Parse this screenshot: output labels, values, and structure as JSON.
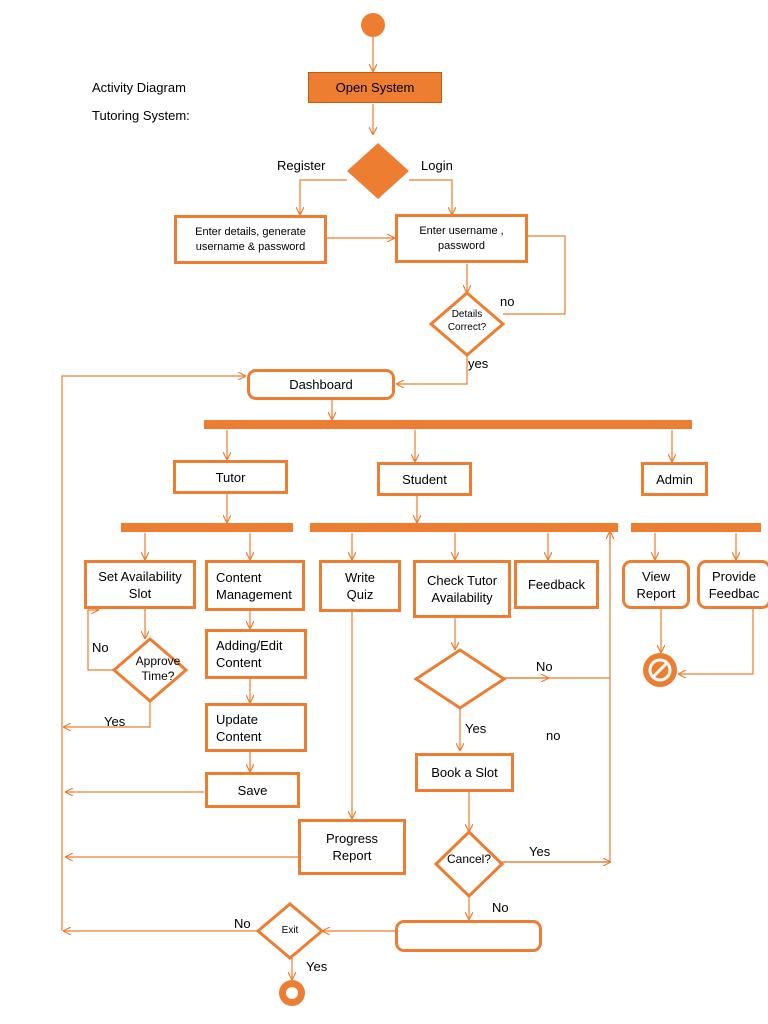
{
  "header": {
    "title": "Activity Diagram",
    "subtitle": "Tutoring System:"
  },
  "nodes": {
    "open_system": "Open System",
    "enter_details": "Enter details,  generate\nusername & password",
    "enter_username": "Enter username ,\npassword",
    "details_correct": "Details\nCorrect?",
    "dashboard": "Dashboard",
    "tutor": "Tutor",
    "student": "Student",
    "admin": "Admin",
    "set_availability": "Set Availability\nSlot",
    "content_management": "Content\nManagement",
    "write_quiz": "Write\nQuiz",
    "check_tutor": "Check Tutor\nAvailability",
    "feedback": "Feedback",
    "view_report": "View\nReport",
    "provide_feedback": "Provide\nFeedbac",
    "approve_time": "Approve\nTime?",
    "adding_edit": "Adding/Edit\nContent",
    "update_content": "Update\nContent",
    "save": "Save",
    "book_slot": "Book a Slot",
    "progress_report": "Progress\nReport",
    "cancel": "Cancel?",
    "exit": "Exit",
    "empty_box": ""
  },
  "edge_labels": {
    "register": "Register",
    "login": "Login",
    "no_details": "no",
    "yes_details": "yes",
    "no_approve": "No",
    "yes_approve": "Yes",
    "no_check": "No",
    "yes_check": "Yes",
    "no_standalone": "no",
    "yes_cancel": "Yes",
    "no_cancel": "No",
    "no_exit": "No",
    "yes_exit": "Yes"
  },
  "colors": {
    "accent": "#ED7D31",
    "accent_dark": "#C55A11",
    "stop_icon_bg": "#ED7D31"
  }
}
